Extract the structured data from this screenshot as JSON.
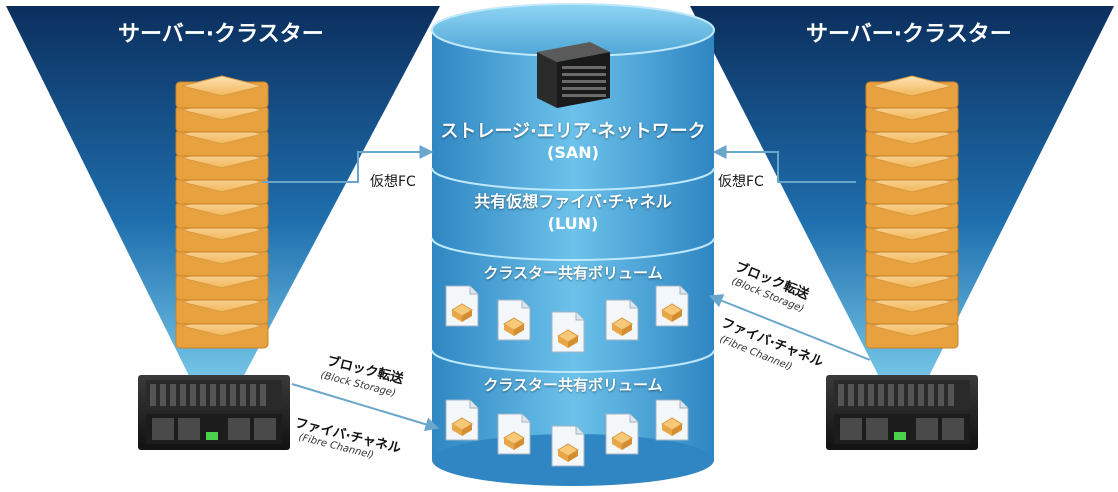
{
  "clusters": {
    "left_title": "サーバー·クラスター",
    "right_title": "サーバー·クラスター"
  },
  "storage": {
    "san_title": "ストレージ·エリア·ネットワーク",
    "san_abbr": "(SAN)",
    "lun_title": "共有仮想ファイバ·チャネル",
    "lun_abbr": "(LUN)",
    "csv_upper": "クラスター共有ボリューム",
    "csv_lower": "クラスター共有ボリューム"
  },
  "links": {
    "left_vfc": "仮想FC",
    "right_vfc": "仮想FC",
    "block_main": "ブロック転送",
    "block_sub": "(Block Storage)",
    "fibre_main": "ファイバ·チャネル",
    "fibre_sub": "(Fibre Channel)"
  },
  "colors": {
    "cluster_top": "#0b2f5e",
    "cluster_bottom": "#7fd0ee",
    "disk_body": "#4fa9d8",
    "disk_dark": "#1d73ad",
    "server_face": "#f7c57a",
    "link_line": "#6aa6cc"
  }
}
